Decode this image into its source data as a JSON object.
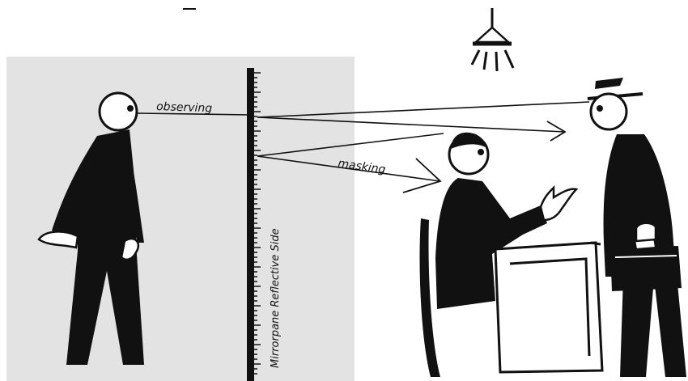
{
  "labels": {
    "observing": "observing",
    "masking": "masking",
    "mirror": "Mirrorpane Reflective Side"
  },
  "colors": {
    "ink": "#111111",
    "shaded_room": "#e3e3e3",
    "paper": "#ffffff"
  },
  "icons": [
    "lamp-icon"
  ]
}
